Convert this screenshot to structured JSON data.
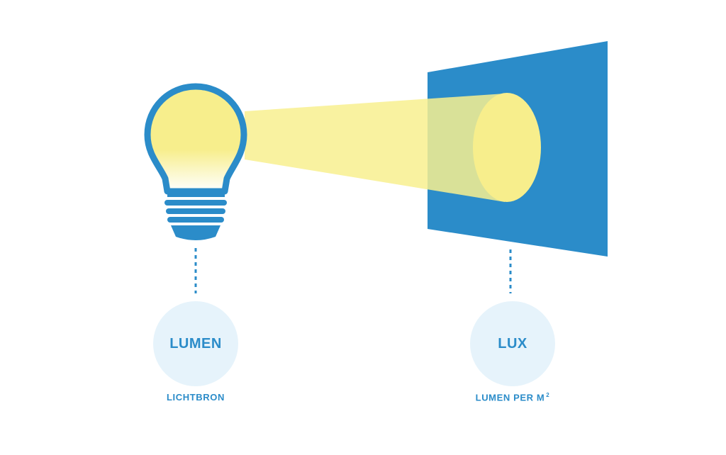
{
  "colors": {
    "blue": "#2b8cc9",
    "bulb_fill": "#f7ee8c",
    "beam": "#f8f08f",
    "circle_bg": "#e6f3fb"
  },
  "bulb": {
    "icon": "lightbulb-icon"
  },
  "lumen": {
    "label": "LUMEN",
    "caption": "LICHTBRON"
  },
  "lux": {
    "label": "LUX",
    "caption": "LUMEN PER M",
    "caption_sup": "2"
  }
}
